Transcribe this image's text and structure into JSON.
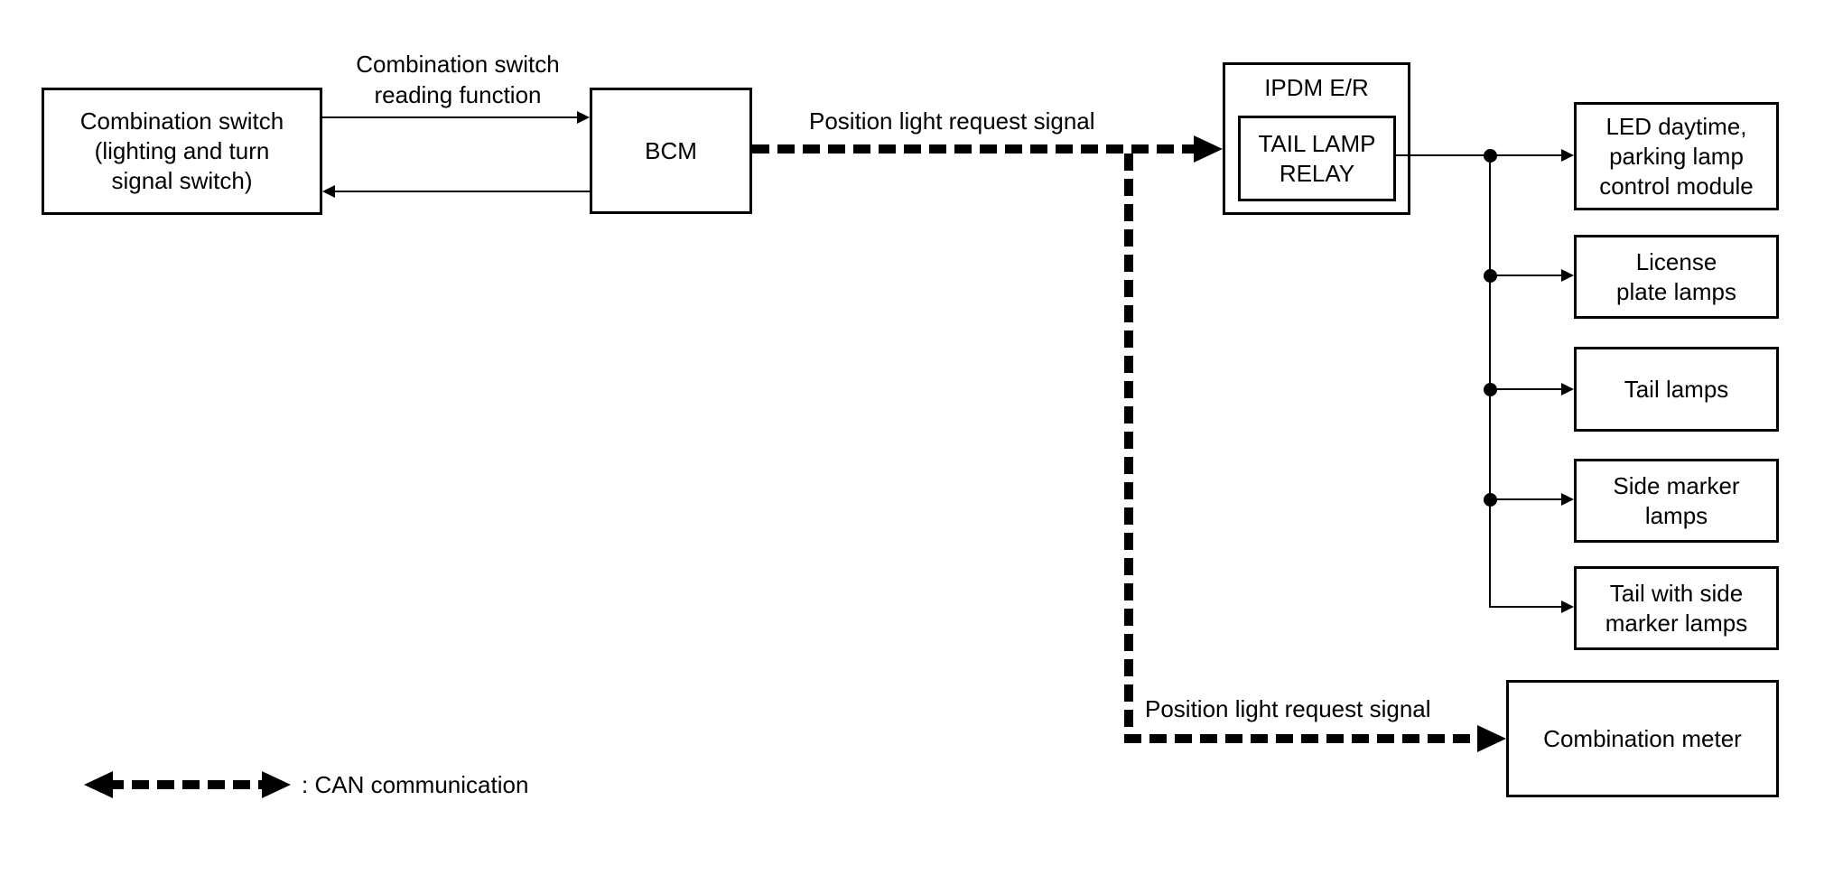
{
  "colors": {
    "line": "#000000",
    "background": "#ffffff"
  },
  "nodes": {
    "combination_switch": "Combination switch\n(lighting and turn\nsignal switch)",
    "bcm": "BCM",
    "ipdm": "IPDM E/R",
    "tail_lamp_relay": "TAIL LAMP\nRELAY",
    "led_daytime": "LED daytime,\nparking lamp\ncontrol module",
    "license_plate": "License\nplate lamps",
    "tail_lamps": "Tail lamps",
    "side_marker": "Side marker\nlamps",
    "tail_with_side_marker": "Tail with side\nmarker lamps",
    "combination_meter": "Combination meter"
  },
  "labels": {
    "reading_function": "Combination switch\nreading function",
    "position_light_request_top": "Position light request signal",
    "position_light_request_bottom": "Position light request signal",
    "legend_can": ": CAN communication"
  }
}
